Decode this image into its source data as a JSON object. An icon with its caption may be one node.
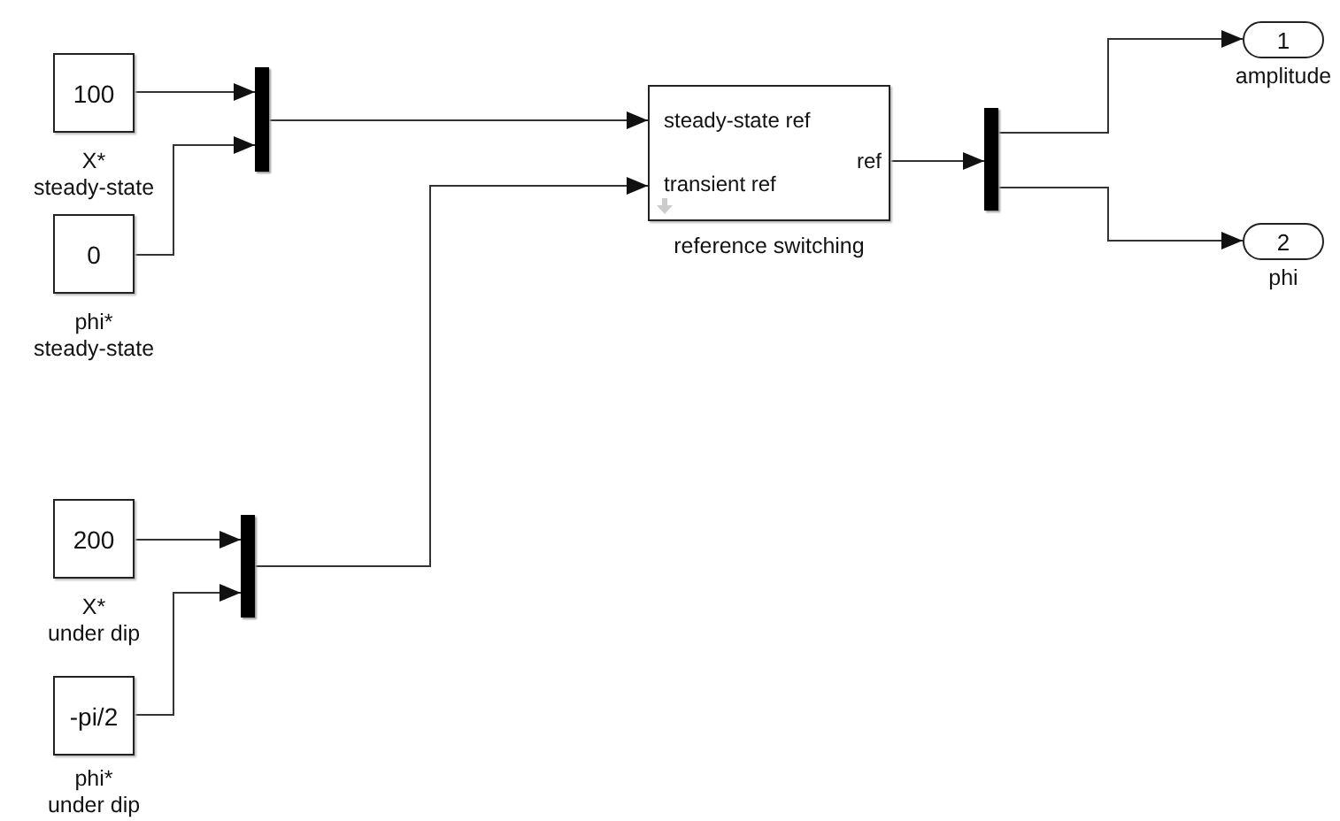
{
  "diagram": {
    "nodes": [
      {
        "text": [
          "100"
        ],
        "beside": [
          "X* steady-state"
        ]
      },
      {
        "text": [
          "0"
        ],
        "beside": [
          "phi* steady-state"
        ]
      },
      {
        "text": [],
        "shape": "bar"
      },
      {
        "text": [
          "200"
        ],
        "beside": [
          "X* under dip"
        ]
      },
      {
        "text": [
          "-pi/2"
        ],
        "beside": [
          "phi* under dip"
        ]
      },
      {
        "text": [],
        "shape": "bar"
      },
      {
        "text": [
          "steady-state ref",
          "transient ref",
          "ref"
        ],
        "beside": [
          "reference switching"
        ]
      },
      {
        "text": [],
        "shape": "bar"
      },
      {
        "text": [
          "1"
        ],
        "beside": [
          "amplitude"
        ]
      },
      {
        "text": [
          "2"
        ],
        "beside": [
          "phi"
        ]
      }
    ],
    "edges": [
      {
        "from": 0,
        "to": 2,
        "arrow": "to"
      },
      {
        "from": 1,
        "to": 2,
        "arrow": "to"
      },
      {
        "from": 2,
        "to": 6,
        "arrow": "to"
      },
      {
        "from": 3,
        "to": 5,
        "arrow": "to"
      },
      {
        "from": 4,
        "to": 5,
        "arrow": "to"
      },
      {
        "from": 5,
        "to": 6,
        "arrow": "to"
      },
      {
        "from": 6,
        "to": 7,
        "arrow": "to"
      },
      {
        "from": 7,
        "to": 8,
        "arrow": "to"
      },
      {
        "from": 7,
        "to": 9,
        "arrow": "to"
      }
    ]
  }
}
